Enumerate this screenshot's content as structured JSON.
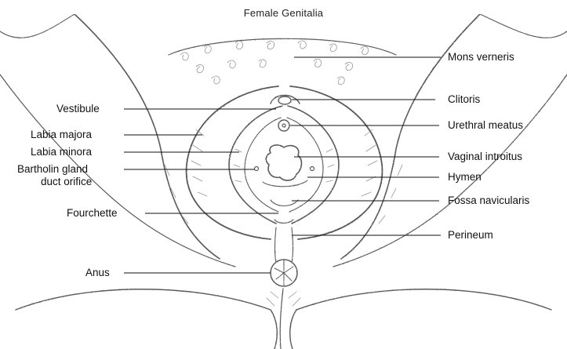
{
  "title": "Female Genitalia",
  "labels": {
    "left": [
      {
        "id": "vestibule",
        "text": "Vestibule"
      },
      {
        "id": "labia-majora",
        "text": "Labia majora"
      },
      {
        "id": "labia-minora",
        "text": "Labia minora"
      },
      {
        "id": "bartholin",
        "text": "Bartholin gland",
        "text2": "duct orifice"
      },
      {
        "id": "fourchette",
        "text": "Fourchette"
      },
      {
        "id": "anus",
        "text": "Anus"
      }
    ],
    "right": [
      {
        "id": "mons",
        "text": "Mons verneris"
      },
      {
        "id": "clitoris",
        "text": "Clitoris"
      },
      {
        "id": "urethral-meatus",
        "text": "Urethral meatus"
      },
      {
        "id": "vaginal-introitus",
        "text": "Vaginal introitus"
      },
      {
        "id": "hymen",
        "text": "Hymen"
      },
      {
        "id": "fossa-navicularis",
        "text": "Fossa navicularis"
      },
      {
        "id": "perineum",
        "text": "Perineum"
      }
    ]
  },
  "colors": {
    "ink": "#111111",
    "sketch": "#555555",
    "shade": "#8a8a8a"
  }
}
